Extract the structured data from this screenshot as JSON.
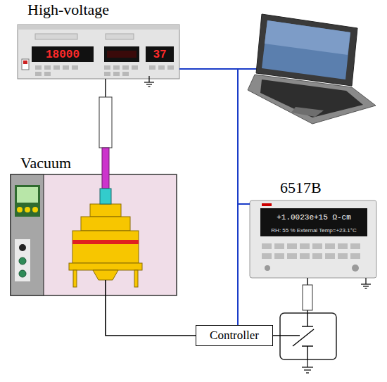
{
  "diagram": {
    "nodes": [
      {
        "text": [
          "High-voltage"
        ]
      },
      {
        "text": [
          "Vacuum"
        ]
      },
      {
        "text": [
          "6517B"
        ]
      },
      {
        "text": [
          "Controller"
        ]
      }
    ],
    "edges": [
      {
        "from": 0,
        "to": 3,
        "arrow": "none"
      },
      {
        "from": 0,
        "to": 2,
        "arrow": "none"
      },
      {
        "from": 1,
        "to": 3,
        "arrow": "none"
      },
      {
        "from": 0,
        "to": 1,
        "arrow": "none"
      }
    ],
    "labels": [
      "18000",
      "37",
      "+1.0023e+15 Ω-cm",
      "RH: 55 % External Temp=+23.1°C"
    ]
  }
}
